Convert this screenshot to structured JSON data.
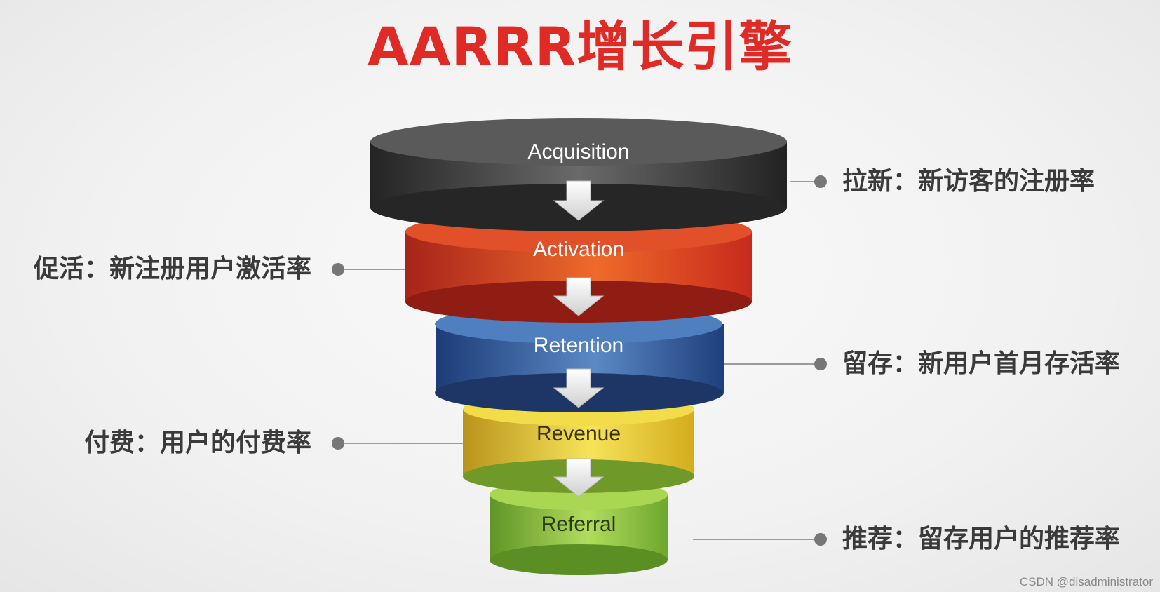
{
  "title": "AARRR增长引擎",
  "stages": [
    {
      "label": "Acquisition",
      "color": "#4a4a4a"
    },
    {
      "label": "Activation",
      "color": "#d9341f"
    },
    {
      "label": "Retention",
      "color": "#2e5aa0"
    },
    {
      "label": "Revenue",
      "color": "#eccf2a"
    },
    {
      "label": "Referral",
      "color": "#8fc33c"
    }
  ],
  "annotations": [
    {
      "text": "拉新：新访客的注册率",
      "side": "right"
    },
    {
      "text": "促活：新注册用户激活率",
      "side": "left"
    },
    {
      "text": "留存：新用户首月存活率",
      "side": "right"
    },
    {
      "text": "付费：用户的付费率",
      "side": "left"
    },
    {
      "text": "推荐：留存用户的推荐率",
      "side": "right"
    }
  ],
  "watermark": "CSDN @disadministrator"
}
